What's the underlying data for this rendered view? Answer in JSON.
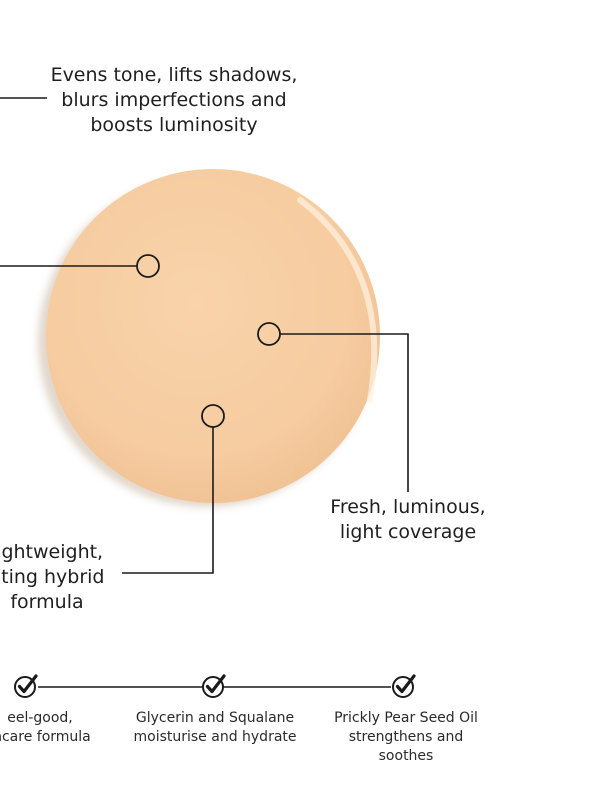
{
  "colors": {
    "swatch_fill": "#f7cfa4",
    "swatch_shadow": "#d9c2ad",
    "line": "#1a1a1a",
    "background": "#ffffff"
  },
  "callouts": {
    "top": "Evens tone, lifts shadows,\nblurs imperfections and\nboosts luminosity",
    "right": "Fresh, luminous,\nlight coverage",
    "left": "lightweight,\nating hybrid\nformula"
  },
  "benefits": [
    {
      "icon": "check-badge-icon",
      "text": "eel-good,\nincare formula"
    },
    {
      "icon": "check-badge-icon",
      "text": "Glycerin and Squalane\nmoisturise and hydrate"
    },
    {
      "icon": "check-badge-icon",
      "text": "Prickly Pear Seed Oil\nstrengthens and\nsoothes"
    }
  ]
}
